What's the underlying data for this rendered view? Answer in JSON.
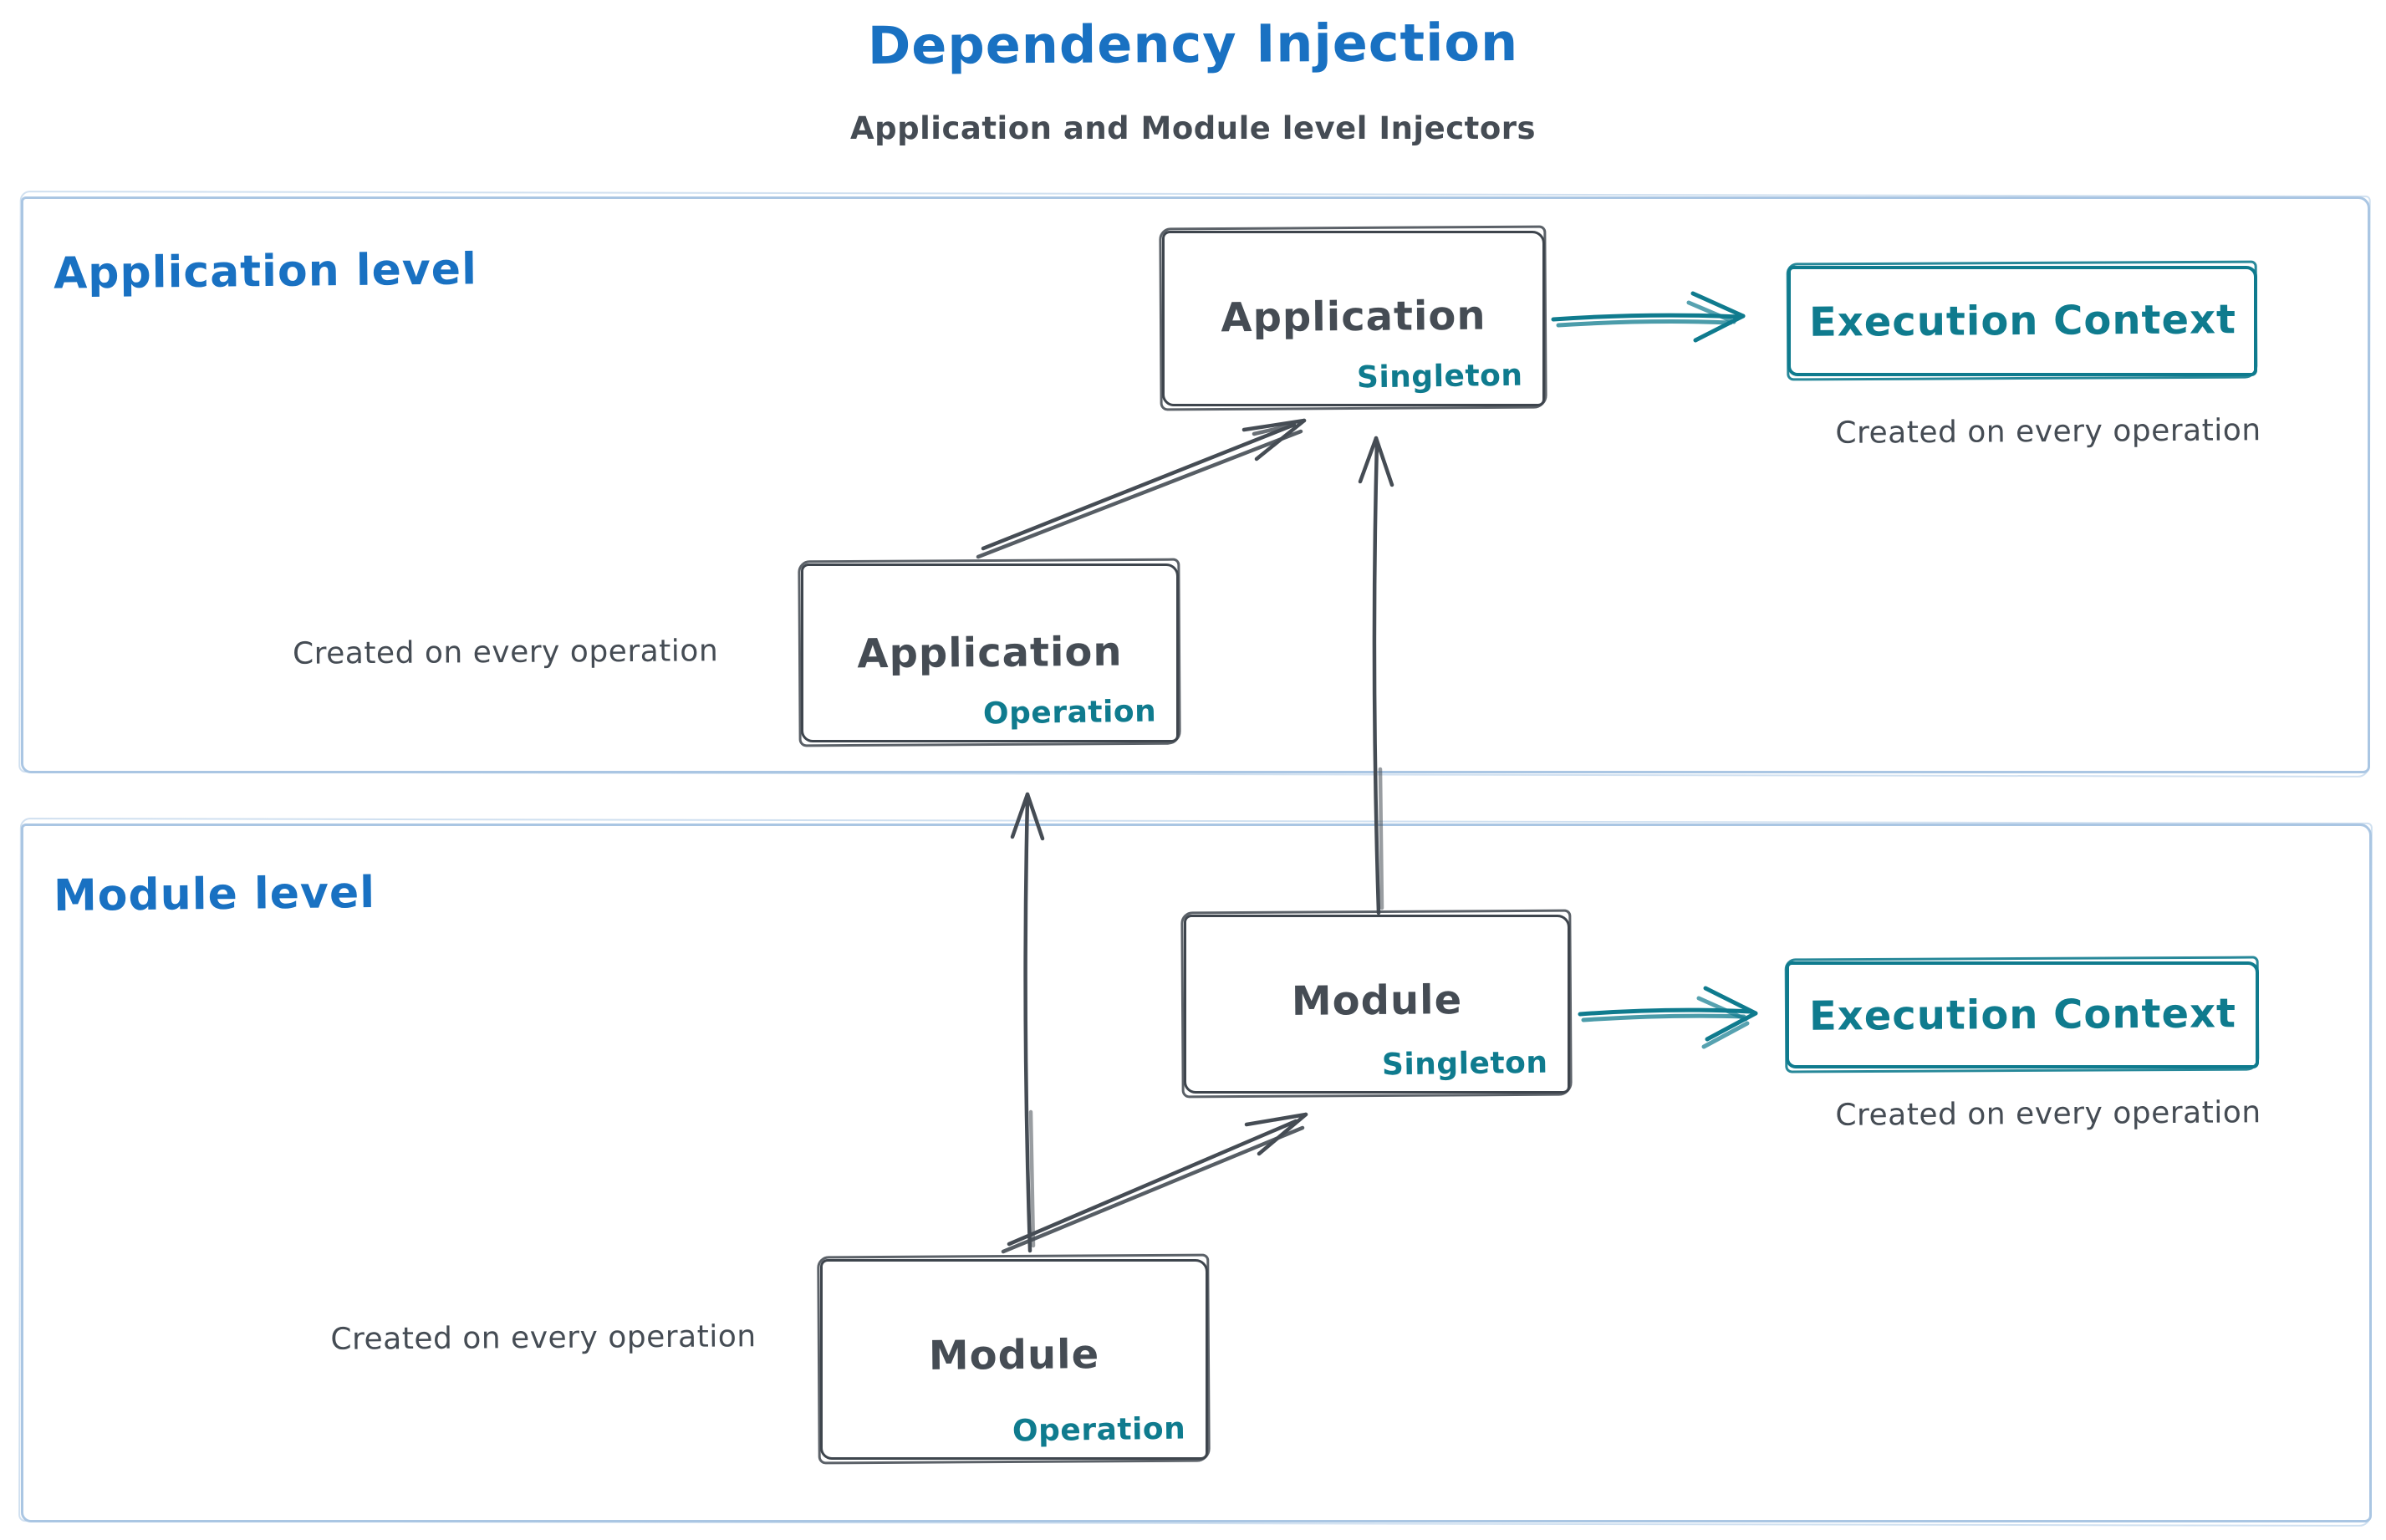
{
  "title": "Dependency Injection",
  "subtitle": "Application and Module level Injectors",
  "colors": {
    "heading_blue": "#1971c2",
    "ink": "#454c54",
    "teal_accent": "#0f7b8e",
    "frame_border": "#aac6e3"
  },
  "application_level": {
    "label": "Application level",
    "singleton_box": {
      "title": "Application",
      "badge": "Singleton"
    },
    "operation_box": {
      "title": "Application",
      "badge": "Operation",
      "caption": "Created on every operation"
    },
    "execution_context": {
      "label": "Execution Context",
      "caption": "Created on every operation"
    }
  },
  "module_level": {
    "label": "Module level",
    "singleton_box": {
      "title": "Module",
      "badge": "Singleton"
    },
    "operation_box": {
      "title": "Module",
      "badge": "Operation",
      "caption": "Created on every operation"
    },
    "execution_context": {
      "label": "Execution Context",
      "caption": "Created on every operation"
    }
  }
}
